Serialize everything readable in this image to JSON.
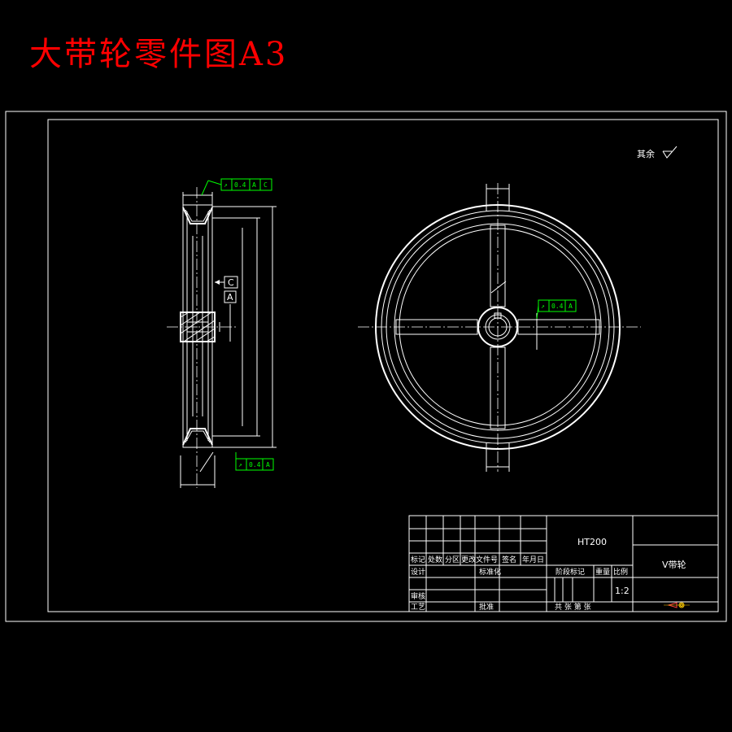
{
  "header": {
    "title": "大带轮零件图A3",
    "title_color": "#ff0000"
  },
  "drawing": {
    "roughness_note": "其余",
    "datum_c": "C",
    "datum_a": "A",
    "tol_front": {
      "symbol": "↗",
      "value": "0.4",
      "datum1": "A",
      "datum2": "C"
    },
    "tol_bottom": {
      "symbol": "↗",
      "value": "0.4",
      "datum": "A"
    },
    "tol_side": {
      "symbol": "↗",
      "value": "0.4",
      "datum": "A"
    }
  },
  "title_block": {
    "material": "HT200",
    "part_name": "V带轮",
    "scale": "1:2",
    "labels": {
      "mark": "标记",
      "count": "处数",
      "zone": "分区",
      "change_doc": "更改文件号",
      "sign": "签名",
      "date": "年月日",
      "design": "设计",
      "standardize": "标准化",
      "stage_mark": "阶段标记",
      "weight": "重量",
      "scale_label": "比例",
      "review": "审核",
      "process": "工艺",
      "approve": "批准",
      "sheets": "共  张  第  张"
    }
  },
  "colors": {
    "line": "#ffffff",
    "tolerance": "#00ff00",
    "background": "#000000"
  }
}
